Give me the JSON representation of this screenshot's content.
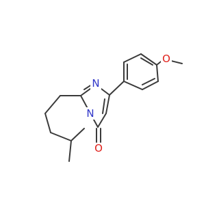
{
  "molecule": {
    "atoms": {
      "n_top": {
        "label": "N",
        "color": "#2f35c8"
      },
      "n_bottom": {
        "label": "N",
        "color": "#2f35c8"
      },
      "o_carbonyl": {
        "label": "O",
        "color": "#e0201b"
      },
      "o_methoxy": {
        "label": "O",
        "color": "#e0201b"
      }
    },
    "bond_color": "#3a3a3a"
  }
}
